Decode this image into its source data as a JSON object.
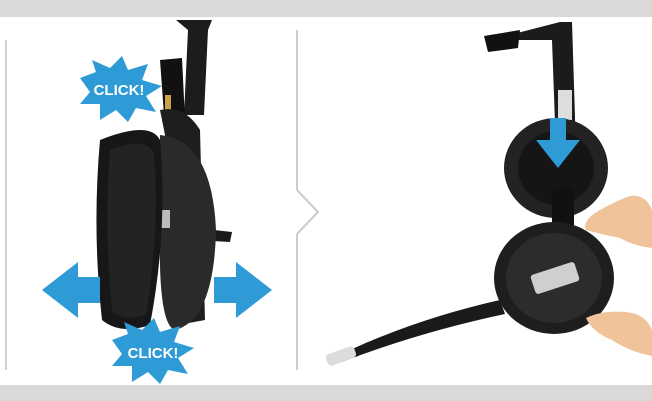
{
  "labels": {
    "click_top": "CLICK!",
    "click_bottom": "CLICK!"
  },
  "colors": {
    "band": "#d9d9d9",
    "accent_blue": "#2e9bd6",
    "headset_dark": "#2a2a2a",
    "headset_black": "#161616",
    "skin": "#f0c39a"
  },
  "panels": [
    {
      "name": "left",
      "description_icons": [
        "burst-click-icon",
        "arrow-left-icon",
        "arrow-right-icon"
      ]
    },
    {
      "name": "right",
      "description_icons": [
        "arrow-down-icon",
        "hand-icon"
      ]
    }
  ]
}
